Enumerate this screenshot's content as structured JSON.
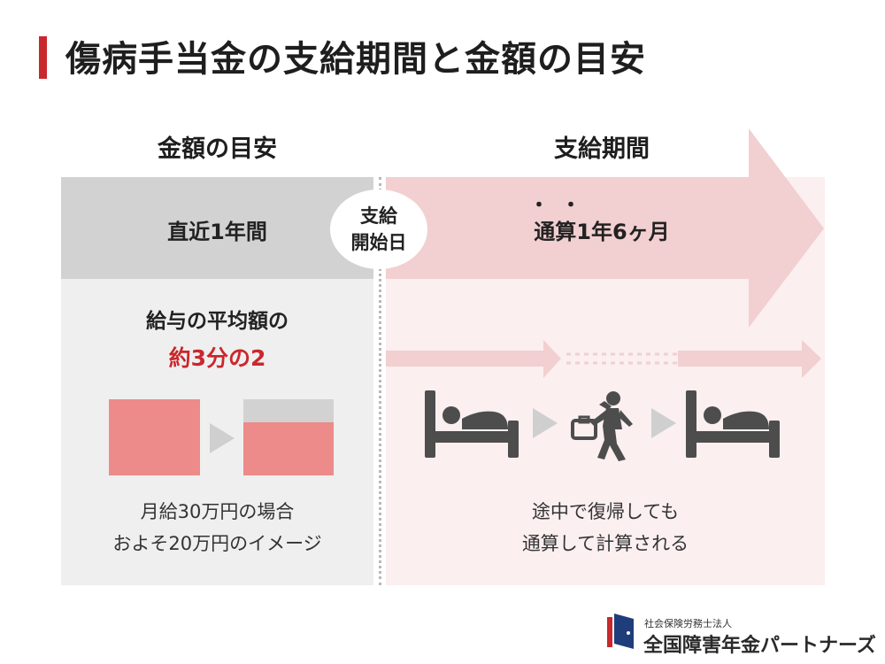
{
  "header": {
    "title": "傷病手当金の支給期間と金額の目安"
  },
  "left": {
    "heading": "金額の目安",
    "band_label": "直近1年間",
    "avg_line1": "給与の平均額の",
    "avg_line2": "約3分の2",
    "note_line1": "月給30万円の場合",
    "note_line2": "およそ20万円のイメージ"
  },
  "center": {
    "circle_line1": "支給",
    "circle_line2": "開始日"
  },
  "right": {
    "heading": "支給期間",
    "emphasis_dots": "・・",
    "band_label": "通算1年6ヶ月",
    "note_line1": "途中で復帰しても",
    "note_line2": "通算して計算される"
  },
  "logo": {
    "subtitle": "社会保険労務士法人",
    "name": "全国障害年金パートナーズ"
  },
  "colors": {
    "accent_red": "#c9282d",
    "salary_pink": "#ec8b89",
    "gray_band": "#d2d2d2",
    "light_gray": "#efefef",
    "arrow_pink": "#f2cfd0",
    "panel_pink": "#fbeff0",
    "icon_gray": "#4d4d4d",
    "triangle_gray": "#cfcfcf"
  }
}
